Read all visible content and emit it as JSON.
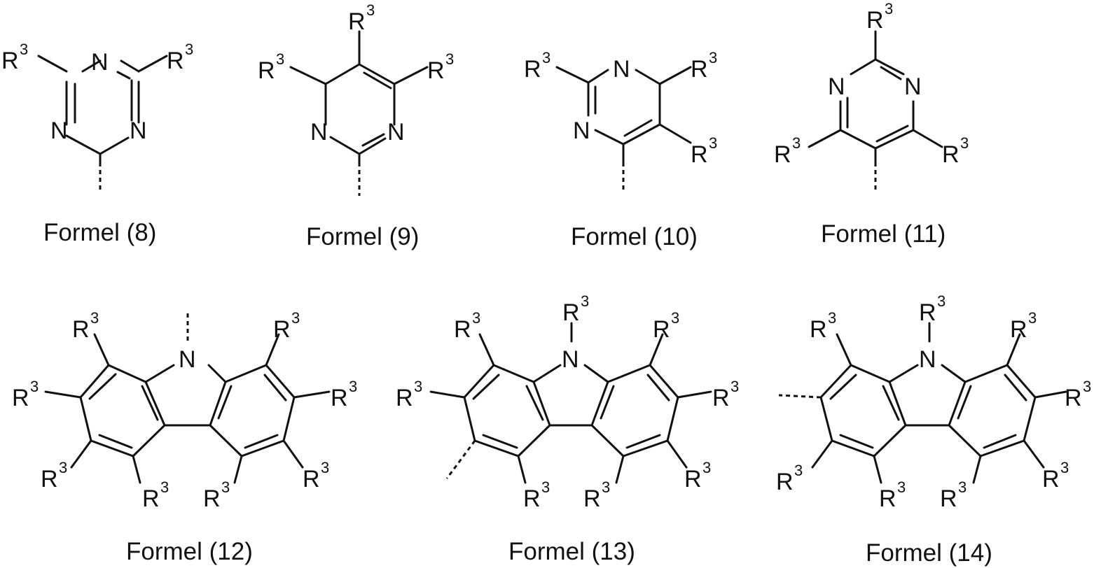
{
  "symbols": {
    "nitrogen": "N",
    "substituent": "R",
    "substituent_index": "3"
  },
  "formulas": [
    {
      "id": "f8",
      "caption": "Formel (8)"
    },
    {
      "id": "f9",
      "caption": "Formel (9)"
    },
    {
      "id": "f10",
      "caption": "Formel (10)"
    },
    {
      "id": "f11",
      "caption": "Formel (11)"
    },
    {
      "id": "f12",
      "caption": "Formel (12)"
    },
    {
      "id": "f13",
      "caption": "Formel (13)"
    },
    {
      "id": "f14",
      "caption": "Formel (14)"
    }
  ]
}
